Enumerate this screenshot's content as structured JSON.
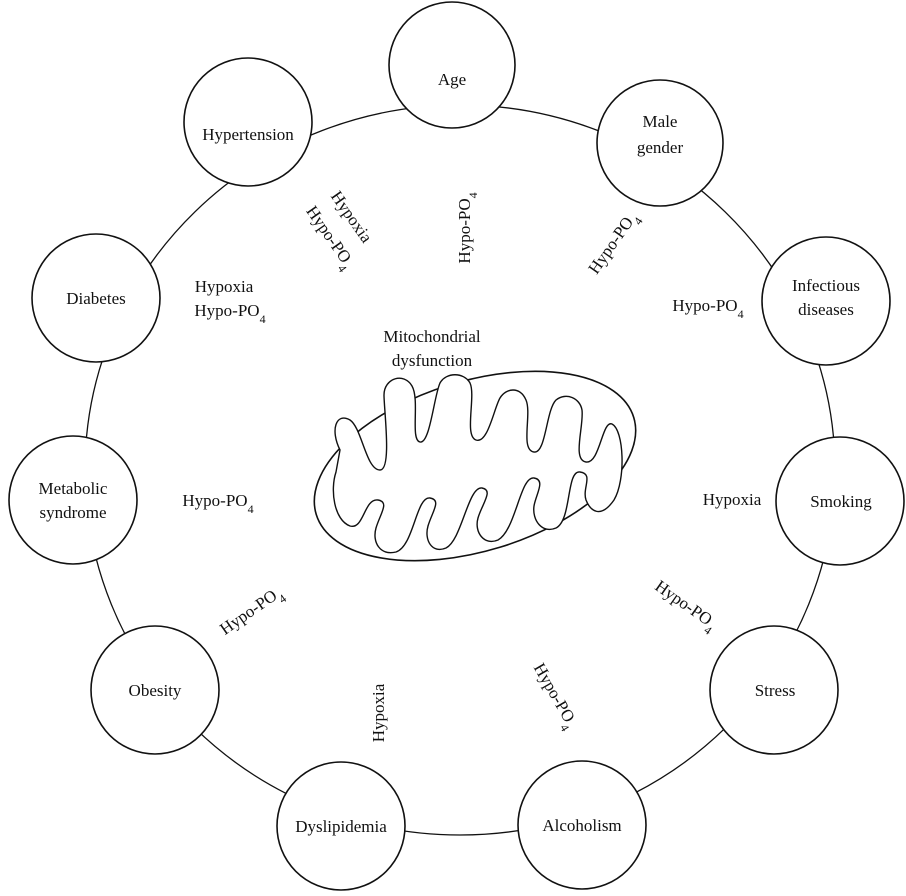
{
  "center": {
    "title_line1": "Mitochondrial",
    "title_line2": "dysfunction"
  },
  "nodes": {
    "age": [
      "Age"
    ],
    "male_gender": [
      "Male",
      "gender"
    ],
    "infectious_diseases": [
      "Infectious",
      "diseases"
    ],
    "smoking": [
      "Smoking"
    ],
    "stress": [
      "Stress"
    ],
    "alcoholism": [
      "Alcoholism"
    ],
    "dyslipidemia": [
      "Dyslipidemia"
    ],
    "obesity": [
      "Obesity"
    ],
    "metabolic_syndrome": [
      "Metabolic",
      "syndrome"
    ],
    "diabetes": [
      "Diabetes"
    ],
    "hypertension": [
      "Hypertension"
    ]
  },
  "links": {
    "age": [
      "Hypo-PO4"
    ],
    "male_gender": [
      "Hypo-PO4"
    ],
    "infectious_diseases": [
      "Hypo-PO4"
    ],
    "smoking": [
      "Hypoxia"
    ],
    "stress": [
      "Hypo-PO4"
    ],
    "alcoholism": [
      "Hypo-PO4"
    ],
    "dyslipidemia": [
      "Hypoxia"
    ],
    "obesity": [
      "Hypo-PO4"
    ],
    "metabolic_syndrome": [
      "Hypo-PO4"
    ],
    "diabetes": [
      "Hypoxia",
      "Hypo-PO4"
    ],
    "hypertension": [
      "Hypoxia",
      "Hypo-PO4"
    ]
  }
}
